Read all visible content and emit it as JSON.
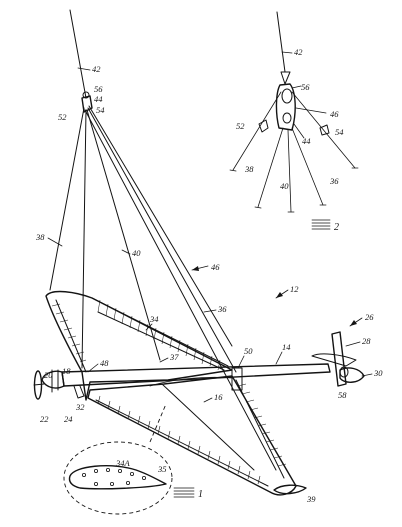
{
  "labels": {
    "tether_main": "42",
    "bridle_ring_main": "56",
    "block_44_main": "44",
    "block_52_main": "52",
    "block_54_main": "54",
    "tether_detail": "42",
    "ring_detail": "56",
    "block_46_detail": "46",
    "block_52_detail": "52",
    "block_44_detail": "44",
    "block_54_detail": "54",
    "line_38_detail": "38",
    "line_40_detail": "40",
    "line_36_detail": "36",
    "fig2": "2",
    "bridle_38": "38",
    "bridle_40": "40",
    "bridle_assembly": "46",
    "bridle_36": "36",
    "aircraft": "12",
    "tail": "26",
    "tail_fin": "28",
    "rear_prop": "30",
    "tail_hub": "58",
    "strip_34": "34",
    "mark_37": "37",
    "boom_50": "50",
    "boom_14": "14",
    "front_48": "48",
    "wing_16": "16",
    "nose_20": "20",
    "nose_18": "18",
    "prop_22": "22",
    "motor_24": "24",
    "mount_32": "32",
    "section_34a": "34A",
    "section_35": "35",
    "fig1": "1",
    "tip_39": "39"
  }
}
